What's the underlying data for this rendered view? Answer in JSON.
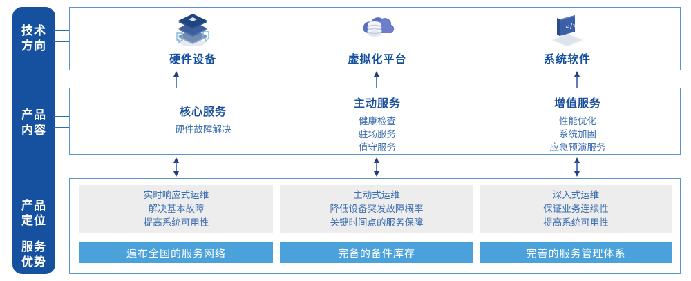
{
  "colors": {
    "rail_blue": "#15519E",
    "panel_border": "#5B93D0",
    "title_blue": "#1B4F9C",
    "body_blue": "#3E6FB0",
    "bar_blue": "#4BA2DB",
    "card_grey": "#EDEDED",
    "arrow_navy": "#1F3F85"
  },
  "rail": {
    "labels": [
      {
        "line1": "技术",
        "line2": "方向"
      },
      {
        "line1": "产品",
        "line2": "内容"
      },
      {
        "line1": "产品",
        "line2": "定位"
      },
      {
        "line1": "服务",
        "line2": "优势"
      }
    ]
  },
  "tier_tech": {
    "columns": [
      {
        "icon": "server-stack-icon",
        "label": "硬件设备"
      },
      {
        "icon": "cloud-database-icon",
        "label": "虚拟化平台"
      },
      {
        "icon": "laptop-code-icon",
        "label": "系统软件"
      }
    ]
  },
  "tier_content": {
    "columns": [
      {
        "title": "核心服务",
        "items": [
          "硬件故障解决"
        ]
      },
      {
        "title": "主动服务",
        "items": [
          "健康检查",
          "驻场服务",
          "值守服务"
        ]
      },
      {
        "title": "增值服务",
        "items": [
          "性能优化",
          "系统加固",
          "应急预演服务"
        ]
      }
    ]
  },
  "tier_position": {
    "cards": [
      {
        "items": [
          "实时响应式运维",
          "解决基本故障",
          "提高系统可用性"
        ]
      },
      {
        "items": [
          "主动式运维",
          "降低设备突发故障概率",
          "关键时间点的服务保障"
        ]
      },
      {
        "items": [
          "深入式运维",
          "保证业务连续性",
          "提高系统可用性"
        ]
      }
    ]
  },
  "tier_advantage": {
    "bars": [
      {
        "label": "遍布全国的服务网络"
      },
      {
        "label": "完备的备件库存"
      },
      {
        "label": "完善的服务管理体系"
      }
    ]
  },
  "arrows": {
    "up_single": "arrow-up-icon",
    "double": "arrow-up-down-icon"
  }
}
